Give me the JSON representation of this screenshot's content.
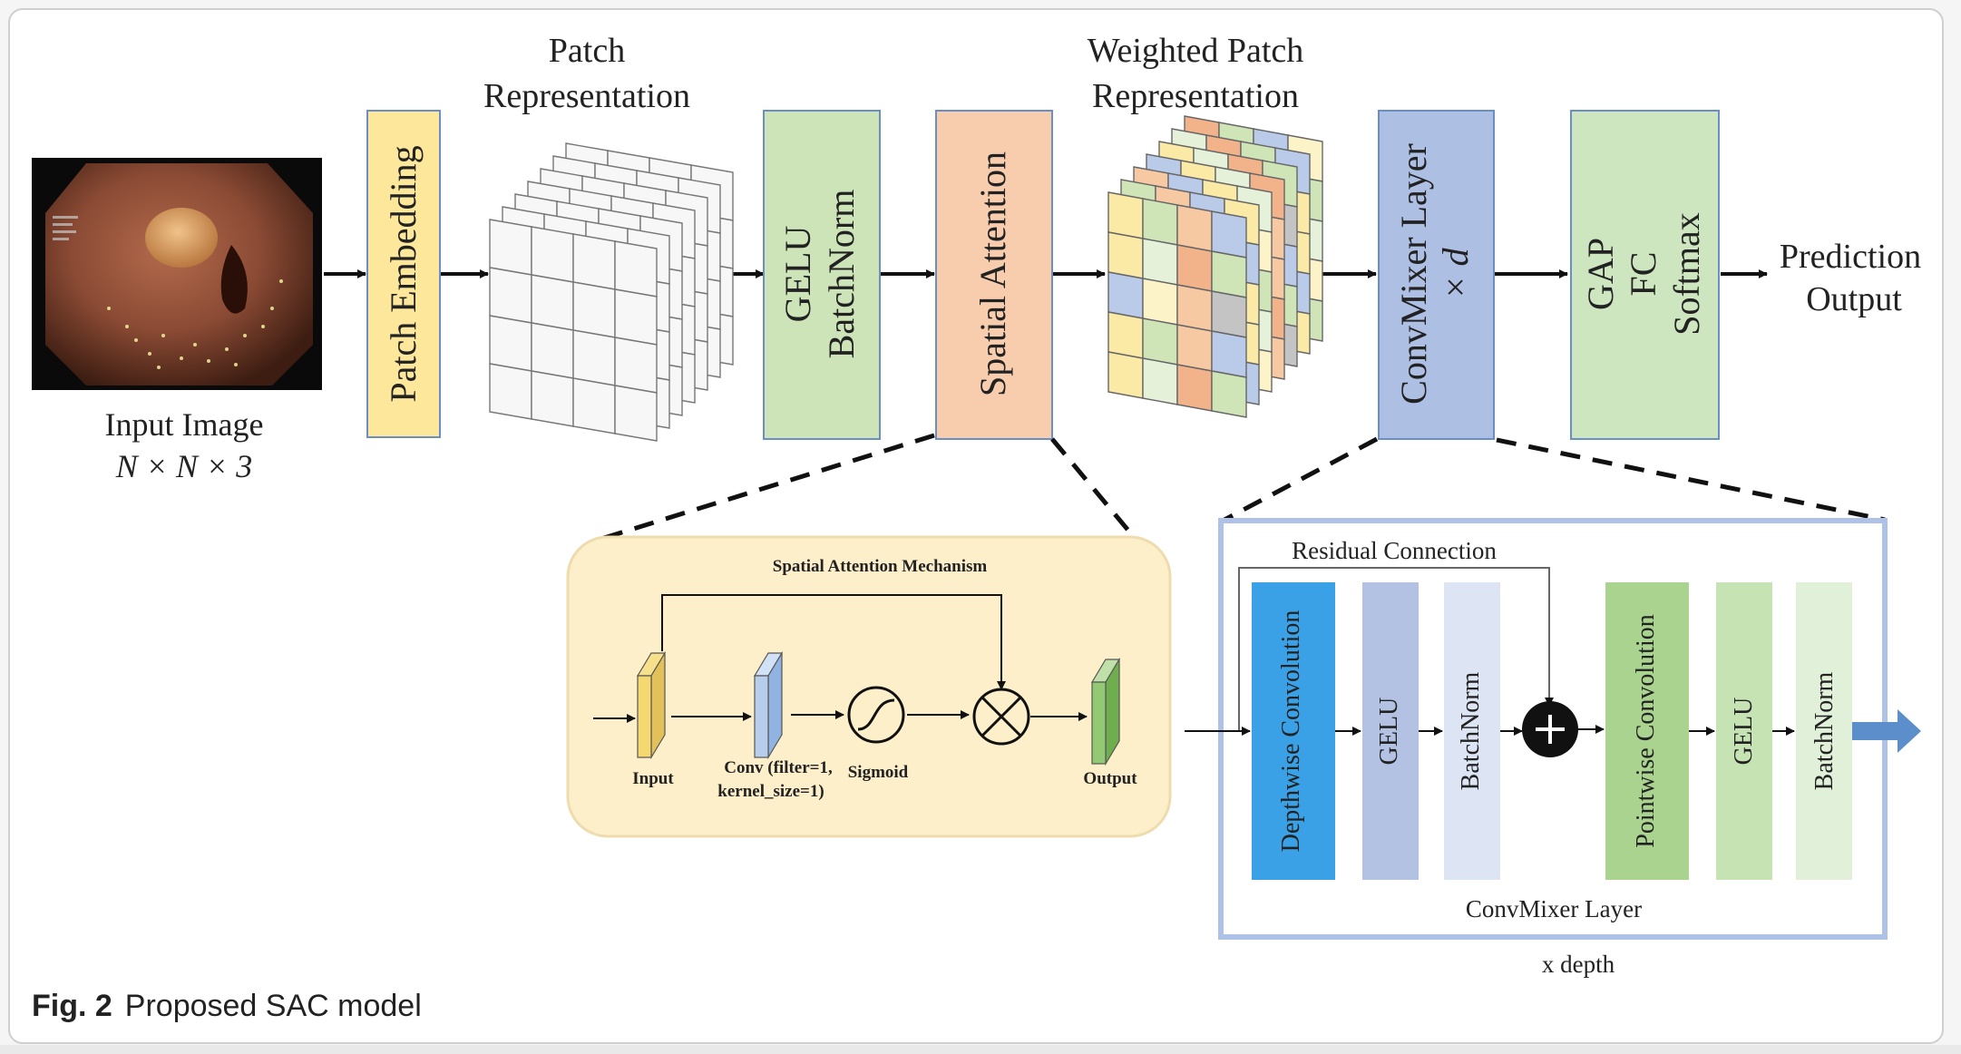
{
  "caption": {
    "label": "Fig. 2",
    "text": "Proposed SAC model"
  },
  "input": {
    "title": "Input Image",
    "dims": "N × N × 3"
  },
  "top_pipeline": {
    "patch_embedding": "Patch Embedding",
    "patch_rep": [
      "Patch",
      "Representation"
    ],
    "gelu": "GELU",
    "batchnorm": "BatchNorm",
    "spatial_attention": "Spatial Attention",
    "weighted_rep": [
      "Weighted Patch",
      "Representation"
    ],
    "convmixer_layer": "ConvMixer Layer",
    "times_d": "× d",
    "gap": "GAP",
    "fc": "FC",
    "softmax": "Softmax",
    "prediction": [
      "Prediction",
      "Output"
    ]
  },
  "spatial_attention_mechanism": {
    "title": "Spatial Attention Mechanism",
    "input": "Input",
    "conv": [
      "Conv (filter=1,",
      "kernel_size=1)"
    ],
    "sigmoid": "Sigmoid",
    "output": "Output"
  },
  "convmixer_detail": {
    "residual": "Residual Connection",
    "depthwise": "Depthwise Convolution",
    "gelu1": "GELU",
    "batchnorm1": "BatchNorm",
    "pointwise": "Pointwise Convolution",
    "gelu2": "GELU",
    "batchnorm2": "BatchNorm",
    "layer_label": "ConvMixer Layer",
    "depth_label": "x depth"
  },
  "colors": {
    "patch_embedding": "#fde79a",
    "gelu_bn": "#cde3b8",
    "spatial_attention": "#f7cdae",
    "convmixer": "#aebfe4",
    "head": "#cde6bf",
    "sam_panel": "#fdefc9",
    "convmixer_border": "#adc2e6",
    "depthwise": "#3aa1e6",
    "gelu_blue": "#b3c2e2",
    "bn_blue": "#dde4f4",
    "pointwise": "#a9d38e",
    "gelu_green": "#c6e3b4",
    "bn_green": "#e1f0d8",
    "arrow_blue": "#5b8ecb"
  }
}
